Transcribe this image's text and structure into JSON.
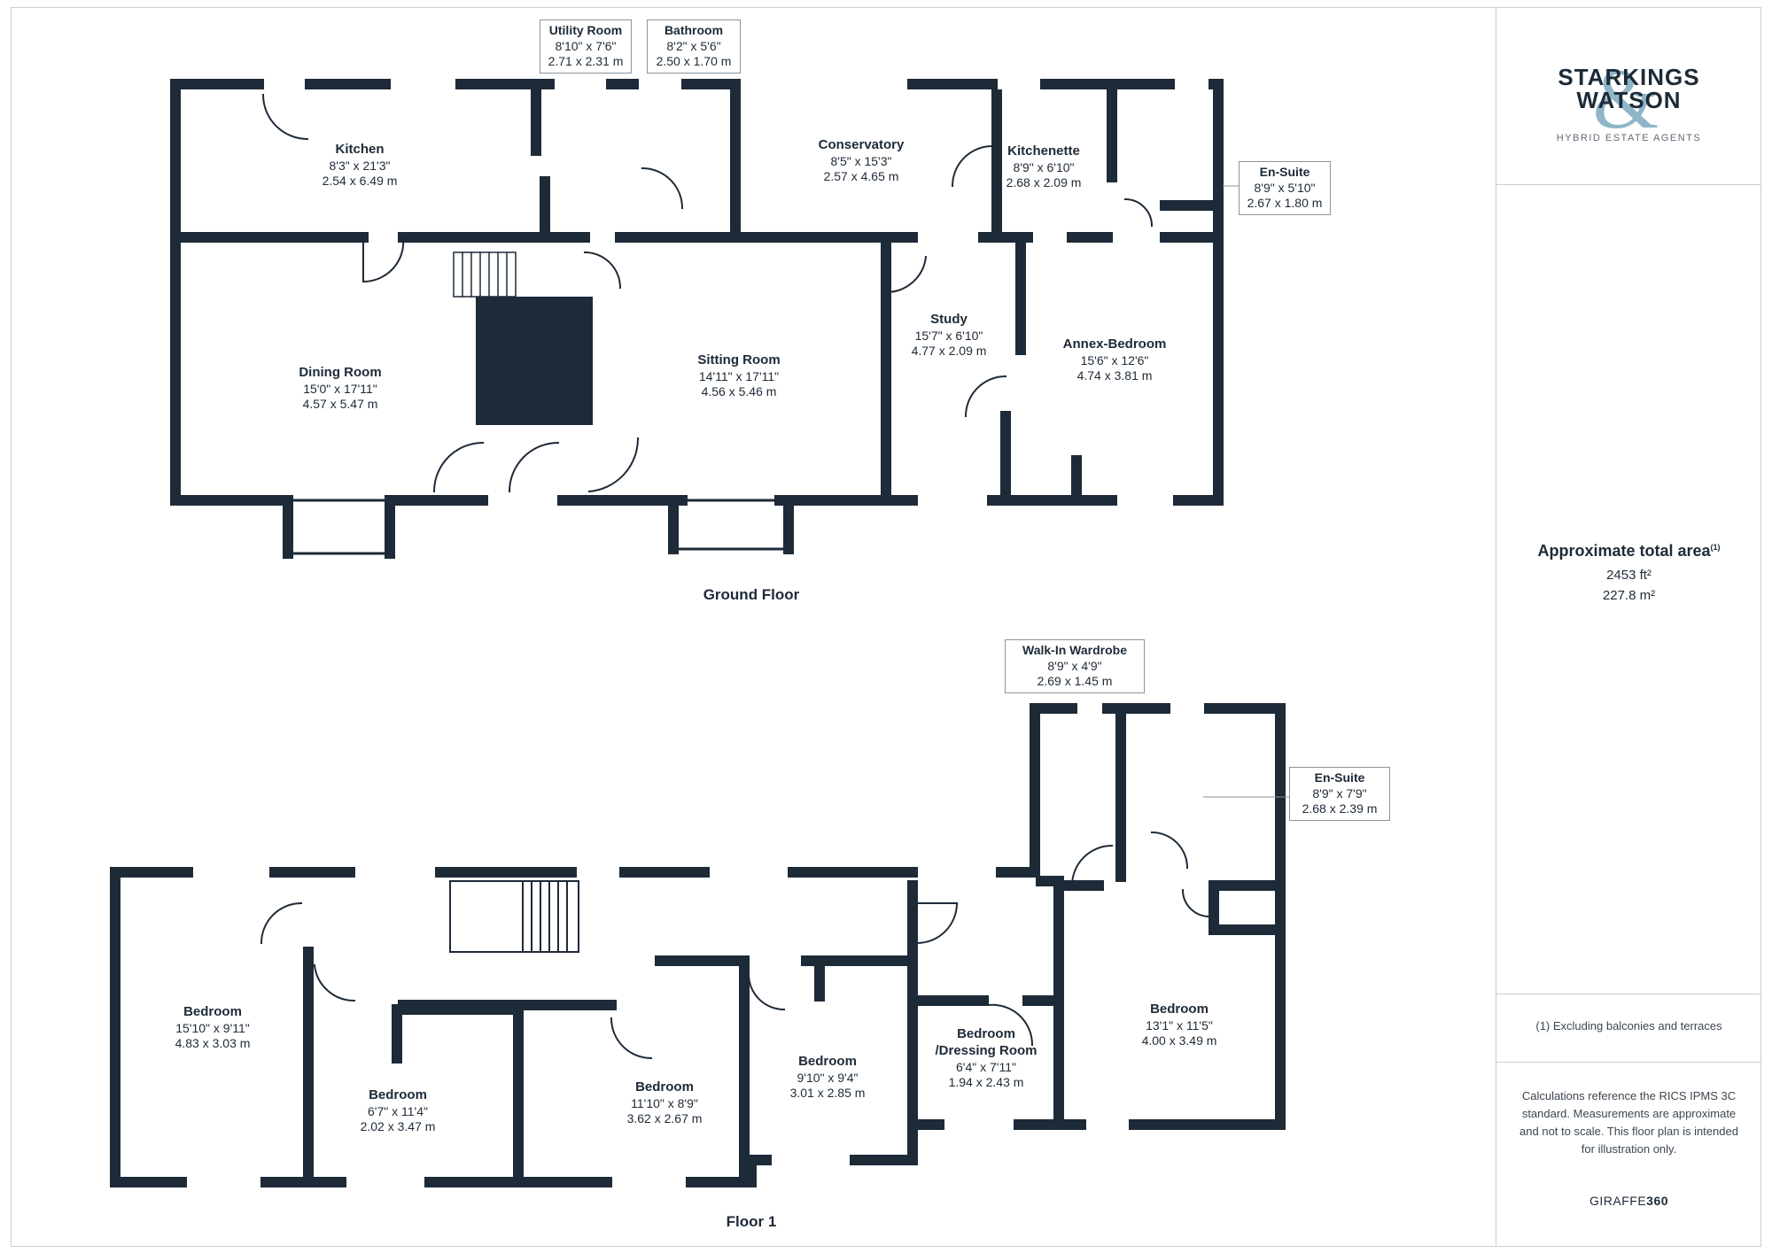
{
  "brand": {
    "name_line1": "STARKINGS",
    "name_line2": "WATSON",
    "tagline": "HYBRID ESTATE AGENTS",
    "colors": {
      "navy": "#1d2a38",
      "ampersand": "#8fb6c8"
    }
  },
  "area": {
    "title": "Approximate total area",
    "title_note": "(1)",
    "sqft": "2453 ft²",
    "sqm": "227.8 m²"
  },
  "footnote": "(1) Excluding balconies and terraces",
  "disclaimer": "Calculations reference the RICS IPMS 3C standard. Measurements are approximate and not to scale. This floor plan is intended for illustration only.",
  "credit": {
    "prefix": "GIRAFFE",
    "suffix": "360"
  },
  "ground_floor": {
    "title": "Ground Floor",
    "rooms": {
      "kitchen": {
        "name": "Kitchen",
        "imperial": "8'3\" x 21'3\"",
        "metric": "2.54 x 6.49 m"
      },
      "utility": {
        "name": "Utility Room",
        "imperial": "8'10\" x 7'6\"",
        "metric": "2.71 x 2.31 m"
      },
      "bathroom": {
        "name": "Bathroom",
        "imperial": "8'2\" x 5'6\"",
        "metric": "2.50 x 1.70 m"
      },
      "conservatory": {
        "name": "Conservatory",
        "imperial": "8'5\" x 15'3\"",
        "metric": "2.57 x 4.65 m"
      },
      "kitchenette": {
        "name": "Kitchenette",
        "imperial": "8'9\" x 6'10\"",
        "metric": "2.68 x 2.09 m"
      },
      "ensuite": {
        "name": "En-Suite",
        "imperial": "8'9\" x 5'10\"",
        "metric": "2.67 x 1.80 m"
      },
      "dining": {
        "name": "Dining Room",
        "imperial": "15'0\" x 17'11\"",
        "metric": "4.57 x 5.47 m"
      },
      "sitting": {
        "name": "Sitting Room",
        "imperial": "14'11\" x 17'11\"",
        "metric": "4.56 x 5.46 m"
      },
      "study": {
        "name": "Study",
        "imperial": "15'7\" x 6'10\"",
        "metric": "4.77 x 2.09 m"
      },
      "annex": {
        "name": "Annex-Bedroom",
        "imperial": "15'6\" x 12'6\"",
        "metric": "4.74 x 3.81 m"
      }
    }
  },
  "first_floor": {
    "title": "Floor 1",
    "rooms": {
      "wardrobe": {
        "name": "Walk-In Wardrobe",
        "imperial": "8'9\" x 4'9\"",
        "metric": "2.69 x 1.45 m"
      },
      "ensuite": {
        "name": "En-Suite",
        "imperial": "8'9\" x 7'9\"",
        "metric": "2.68 x 2.39 m"
      },
      "bed1": {
        "name": "Bedroom",
        "imperial": "15'10\" x 9'11\"",
        "metric": "4.83 x 3.03 m"
      },
      "bed2": {
        "name": "Bedroom",
        "imperial": "6'7\" x 11'4\"",
        "metric": "2.02 x 3.47 m"
      },
      "bed3": {
        "name": "Bedroom",
        "imperial": "11'10\" x 8'9\"",
        "metric": "3.62 x 2.67 m"
      },
      "bed4": {
        "name": "Bedroom",
        "imperial": "9'10\" x 9'4\"",
        "metric": "3.01 x 2.85 m"
      },
      "dressing": {
        "name_line1": "Bedroom",
        "name_line2": "/Dressing Room",
        "imperial": "6'4\" x 7'11\"",
        "metric": "1.94 x 2.43 m"
      },
      "bed5": {
        "name": "Bedroom",
        "imperial": "13'1\" x 11'5\"",
        "metric": "4.00 x 3.49 m"
      }
    }
  }
}
